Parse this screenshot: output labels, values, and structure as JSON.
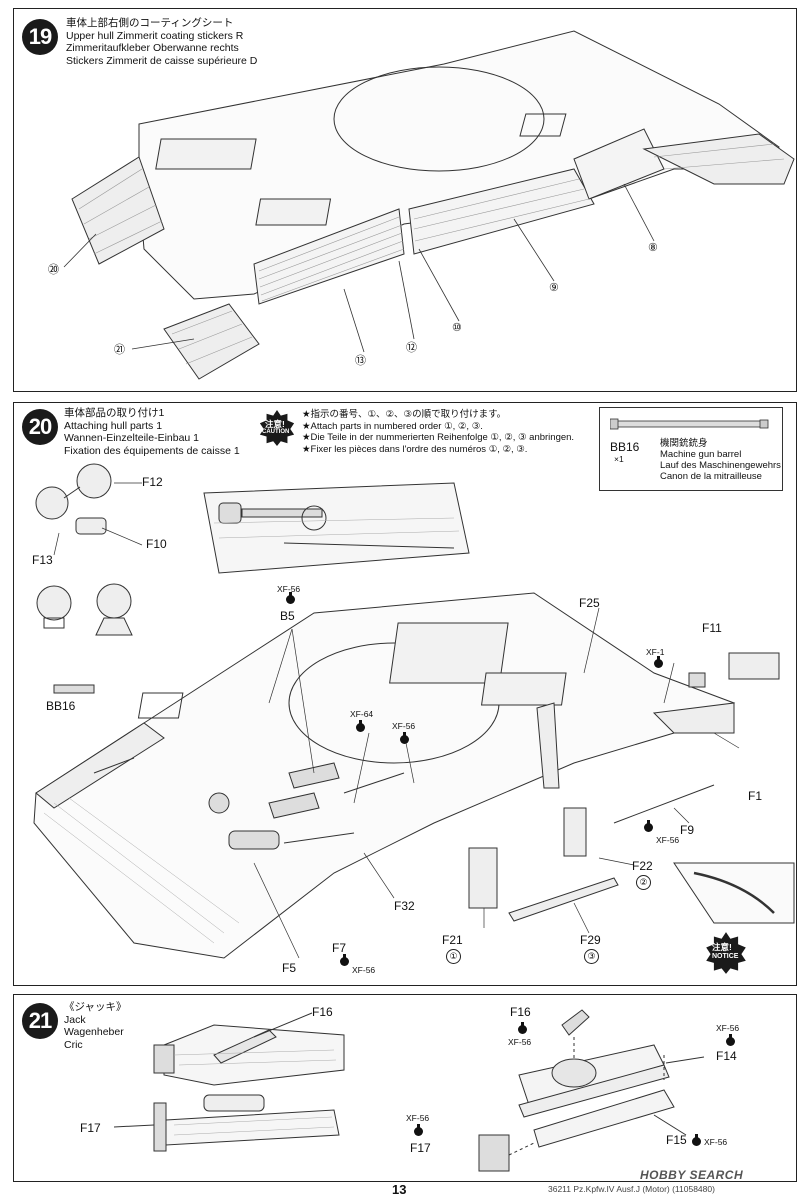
{
  "step19": {
    "number": "19",
    "titles": [
      "車体上部右側のコーティングシート",
      "Upper hull Zimmerit coating stickers R",
      "Zimmeritaufkleber Oberwanne rechts",
      "Stickers Zimmerit de caisse supérieure D"
    ],
    "callouts": [
      "⑧",
      "⑨",
      "⑩",
      "⑫",
      "⑬",
      "⑳",
      "㉑"
    ]
  },
  "step20": {
    "number": "20",
    "titles": [
      "車体部品の取り付け1",
      "Attaching hull parts 1",
      "Wannen-Einzelteile-Einbau 1",
      "Fixation des équipements de caisse 1"
    ],
    "caution_badge": [
      "注意!",
      "CAUTION"
    ],
    "caution_lines": [
      "★指示の番号、①、②、③の順で取り付けます。",
      "★Attach parts in numbered order ①, ②, ③.",
      "★Die Teile in der nummerierten Reihenfolge ①, ②, ③ anbringen.",
      "★Fixer les pièces dans l'ordre des numéros ①, ②, ③."
    ],
    "parts_box": {
      "code": "BB16",
      "qty": "×1",
      "names": [
        "機関銃銃身",
        "Machine gun barrel",
        "Lauf des Maschinengewehrs",
        "Canon de la mitrailleuse"
      ]
    },
    "labels": {
      "f12": "F12",
      "f13": "F13",
      "f10": "F10",
      "bb16": "BB16",
      "b5": "B5",
      "xf56_b5": "XF-56",
      "f25": "F25",
      "f11": "F11",
      "xf1": "XF-1",
      "xf64": "XF-64",
      "xf56_a": "XF-56",
      "f1": "F1",
      "f9": "F9",
      "xf56_f9": "XF-56",
      "f22": "F22",
      "f22_n": "②",
      "f32": "F32",
      "f21": "F21",
      "f21_n": "①",
      "f29": "F29",
      "f29_n": "③",
      "f5": "F5",
      "f7": "F7",
      "xf56_f7": "XF-56"
    },
    "notice_badge": [
      "注意!",
      "NOTICE"
    ]
  },
  "step21": {
    "number": "21",
    "titles": [
      "《ジャッキ》",
      "Jack",
      "Wagenheber",
      "Cric"
    ],
    "labels": {
      "f16_a": "F16",
      "f17_a": "F17",
      "f16_b": "F16",
      "xf56_f16": "XF-56",
      "xf56_f14": "XF-56",
      "f14": "F14",
      "f15": "F15",
      "xf56_f15": "XF-56",
      "xf56_f17": "XF-56",
      "f17_b": "F17"
    }
  },
  "footer": {
    "page": "13",
    "code": "36211 Pz.Kpfw.IV Ausf.J (Motor) (11058480)",
    "watermark": "HOBBY SEARCH"
  }
}
